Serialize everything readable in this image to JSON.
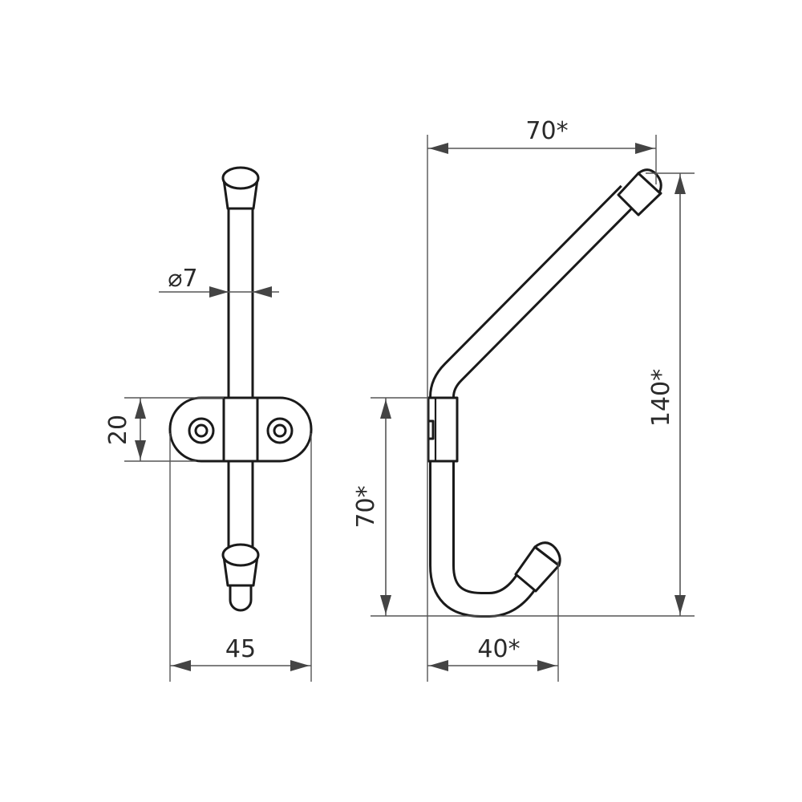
{
  "colors": {
    "line": "#1a1a1a",
    "dimension": "#555555",
    "background": "#ffffff"
  },
  "front_view": {
    "diameter_label": "⌀7",
    "height_label": "20",
    "width_label": "45"
  },
  "side_view": {
    "top_width_label": "70*",
    "total_height_label": "140*",
    "lower_height_label": "70*",
    "hook_width_label": "40*"
  }
}
